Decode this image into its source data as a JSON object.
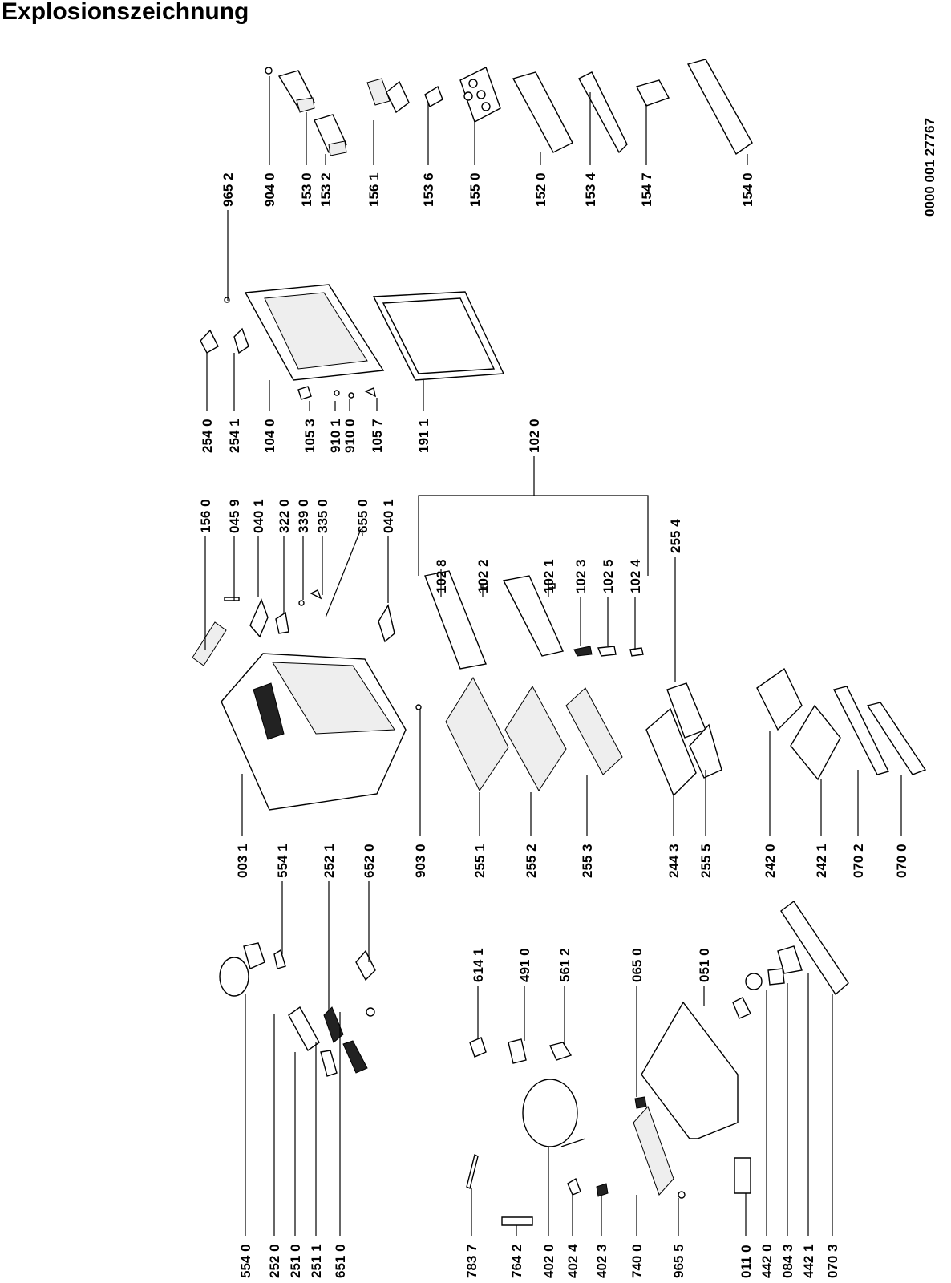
{
  "title": "Explosionszeichnung",
  "doc_number": "0000 001 27767",
  "part_labels": [
    "965 2",
    "904 0",
    "153 0",
    "153 2",
    "156 1",
    "153 6",
    "155 0",
    "152 0",
    "153 4",
    "154 7",
    "154 0",
    "254 0",
    "254 1",
    "104 0",
    "105 3",
    "910 1",
    "910 0",
    "105 7",
    "191 1",
    "102 0",
    "156 0",
    "045 9",
    "040 1",
    "322 0",
    "339 0",
    "335 0",
    "655 0",
    "040 1",
    "102 8",
    "102 2",
    "102 1",
    "102 3",
    "102 5",
    "102 4",
    "255 4",
    "003 1",
    "554 1",
    "252 1",
    "652 0",
    "903 0",
    "255 1",
    "255 2",
    "255 3",
    "244 3",
    "255 5",
    "242 0",
    "242 1",
    "070 2",
    "070 0",
    "614 1",
    "491 0",
    "561 2",
    "065 0",
    "051 0",
    "554 0",
    "252 0",
    "251 0",
    "251 1",
    "651 0",
    "783 7",
    "764 2",
    "402 0",
    "402 4",
    "402 3",
    "740 0",
    "965 5",
    "011 0",
    "442 0",
    "084 3",
    "442 1",
    "070 3"
  ]
}
